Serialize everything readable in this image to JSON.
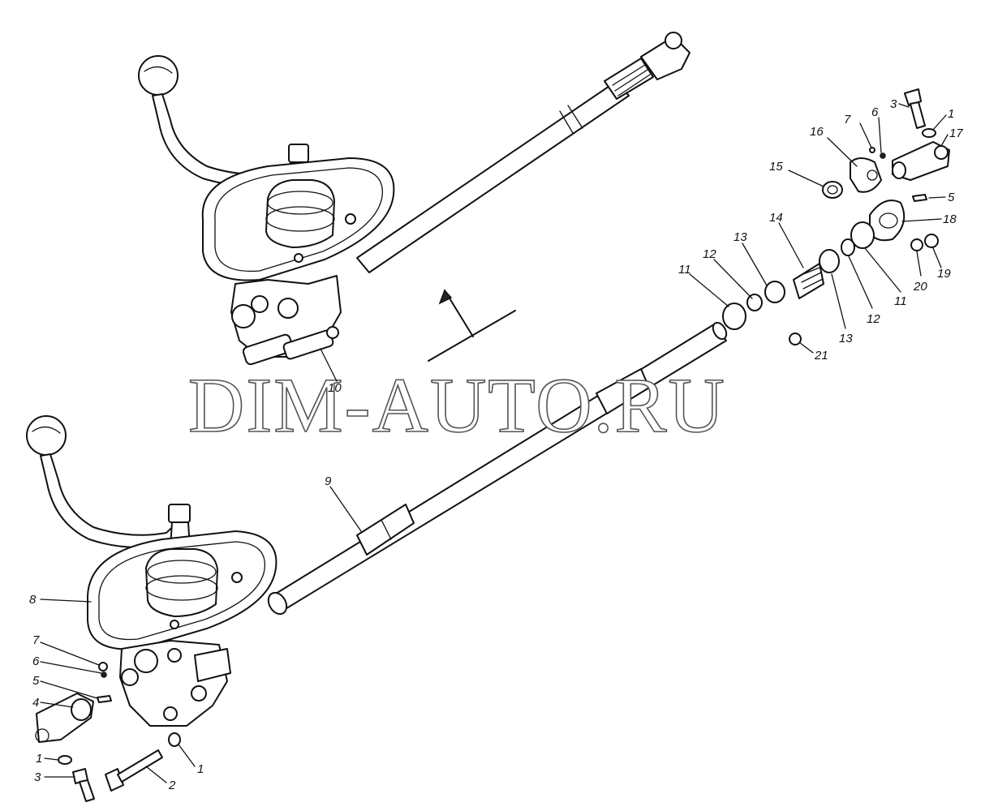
{
  "watermark": "DIM-AUTO.RU",
  "callouts": [
    {
      "id": "lbl-1-top",
      "text": "1"
    },
    {
      "id": "lbl-3-top",
      "text": "3"
    },
    {
      "id": "lbl-6-top",
      "text": "6"
    },
    {
      "id": "lbl-7-top",
      "text": "7"
    },
    {
      "id": "lbl-16",
      "text": "16"
    },
    {
      "id": "lbl-17",
      "text": "17"
    },
    {
      "id": "lbl-15",
      "text": "15"
    },
    {
      "id": "lbl-5-top",
      "text": "5"
    },
    {
      "id": "lbl-14",
      "text": "14"
    },
    {
      "id": "lbl-18",
      "text": "18"
    },
    {
      "id": "lbl-13-a",
      "text": "13"
    },
    {
      "id": "lbl-12-a",
      "text": "12"
    },
    {
      "id": "lbl-11-a",
      "text": "11"
    },
    {
      "id": "lbl-20",
      "text": "20"
    },
    {
      "id": "lbl-19",
      "text": "19"
    },
    {
      "id": "lbl-11-b",
      "text": "11"
    },
    {
      "id": "lbl-12-b",
      "text": "12"
    },
    {
      "id": "lbl-13-b",
      "text": "13"
    },
    {
      "id": "lbl-21",
      "text": "21"
    },
    {
      "id": "lbl-10",
      "text": "10"
    },
    {
      "id": "lbl-9",
      "text": "9"
    },
    {
      "id": "lbl-8",
      "text": "8"
    },
    {
      "id": "lbl-7-bot",
      "text": "7"
    },
    {
      "id": "lbl-6-bot",
      "text": "6"
    },
    {
      "id": "lbl-5-bot",
      "text": "5"
    },
    {
      "id": "lbl-4",
      "text": "4"
    },
    {
      "id": "lbl-1-bot-left",
      "text": "1"
    },
    {
      "id": "lbl-3-bot",
      "text": "3"
    },
    {
      "id": "lbl-2",
      "text": "2"
    },
    {
      "id": "lbl-1-bot-right",
      "text": "1"
    }
  ]
}
